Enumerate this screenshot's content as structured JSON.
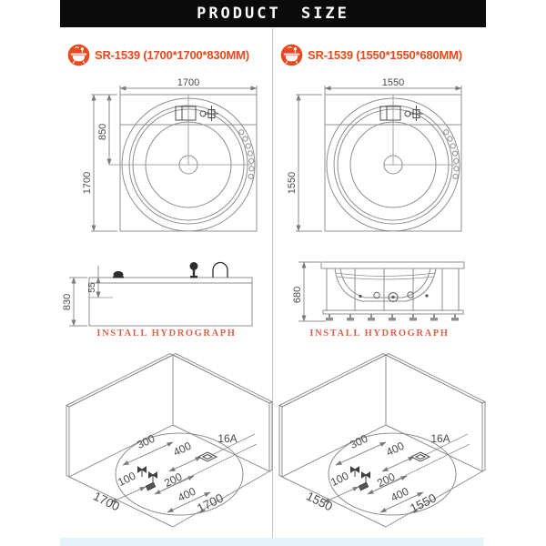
{
  "header": {
    "title": "PRODUCT SIZE"
  },
  "colors": {
    "accent": "#e8491d",
    "install_text": "#e06048",
    "header_bg": "#0b0b0b",
    "line_gray": "#8f8f8f",
    "bottom_strip": "#e4f2f9"
  },
  "columns": {
    "left": {
      "badge_label": "SR-1539 (1700*1700*830MM)",
      "top_view": {
        "width_mm": "1700",
        "height_mm": "1700",
        "center_mm": "850"
      },
      "side_view": {
        "height_mm": "830",
        "rim_mm": "55"
      },
      "install_label": "INSTALL HYDROGRAPH",
      "iso_view": {
        "offset_a": "300",
        "offset_b": "400",
        "socket_label": "16A",
        "offset_c": "100",
        "offset_d": "200",
        "offset_e": "400",
        "floor_left": "1700",
        "floor_right": "1700"
      }
    },
    "right": {
      "badge_label": "SR-1539 (1550*1550*680MM)",
      "top_view": {
        "width_mm": "1550",
        "height_mm": "1550"
      },
      "side_view": {
        "height_mm": "680"
      },
      "install_label": "INSTALL HYDROGRAPH",
      "iso_view": {
        "offset_a": "300",
        "offset_b": "400",
        "socket_label": "16A",
        "offset_c": "100",
        "offset_d": "200",
        "offset_e": "400",
        "floor_left": "1550",
        "floor_right": "1550"
      }
    }
  }
}
